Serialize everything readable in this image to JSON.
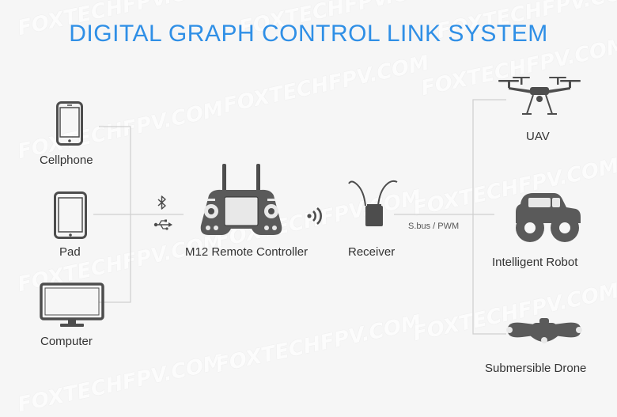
{
  "title": "DIGITAL GRAPH CONTROL LINK SYSTEM",
  "watermark_text": "FOXTECHFPV.COM",
  "devices_left": {
    "cellphone": "Cellphone",
    "pad": "Pad",
    "computer": "Computer"
  },
  "center": {
    "controller": "M12 Remote Controller",
    "receiver": "Receiver",
    "signal_label": "S.bus / PWM"
  },
  "devices_right": {
    "uav": "UAV",
    "robot": "Intelligent Robot",
    "sub": "Submersible Drone"
  },
  "colors": {
    "title": "#2f8fe6",
    "icon": "#4d4d4d",
    "line": "#cfcfcf"
  },
  "icons": [
    "bluetooth-icon",
    "usb-icon",
    "wireless-signal-icon"
  ]
}
